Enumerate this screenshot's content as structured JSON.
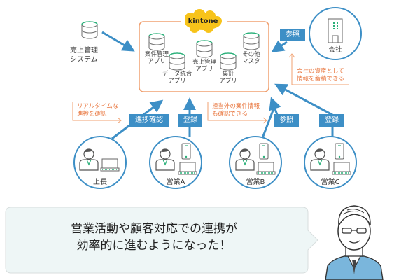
{
  "diagram": {
    "hub": {
      "logo_text": "kintone",
      "apps": [
        {
          "label_line1": "案件管理",
          "label_line2": "アプリ"
        },
        {
          "label_line1": "データ統合",
          "label_line2": "アプリ"
        },
        {
          "label_line1": "売上管理",
          "label_line2": "アプリ"
        },
        {
          "label_line1": "集計",
          "label_line2": "アプリ"
        },
        {
          "label_line1": "その他",
          "label_line2": "マスタ"
        }
      ]
    },
    "external_system": {
      "label_line1": "売上管理",
      "label_line2": "システム"
    },
    "company": {
      "label": "会社",
      "tag": "参照"
    },
    "notes": {
      "company_note_line1": "会社の資産として",
      "company_note_line2": "情報を蓄積できる",
      "boss_note_line1": "リアルタイムな",
      "boss_note_line2": "進捗を確認",
      "salesb_note_line1": "担当外の案件情報",
      "salesb_note_line2": "も確認できる"
    },
    "people": [
      {
        "label": "上長",
        "action": "進捗確認"
      },
      {
        "label": "営業A",
        "action": "登録"
      },
      {
        "label": "営業B",
        "action": "参照"
      },
      {
        "label": "営業C",
        "action": "登録"
      }
    ],
    "speech_bubble": {
      "line1": "営業活動や顧客対応での連携が",
      "line2": "効率的に進むようになった！"
    },
    "colors": {
      "accent_blue": "#3d8fc6",
      "hub_border": "#f0a070",
      "note_orange": "#e8733a",
      "logo_yellow": "#f7c31a",
      "db_green": "#2bb07a",
      "bubble_bg": "#eef6f6"
    }
  }
}
